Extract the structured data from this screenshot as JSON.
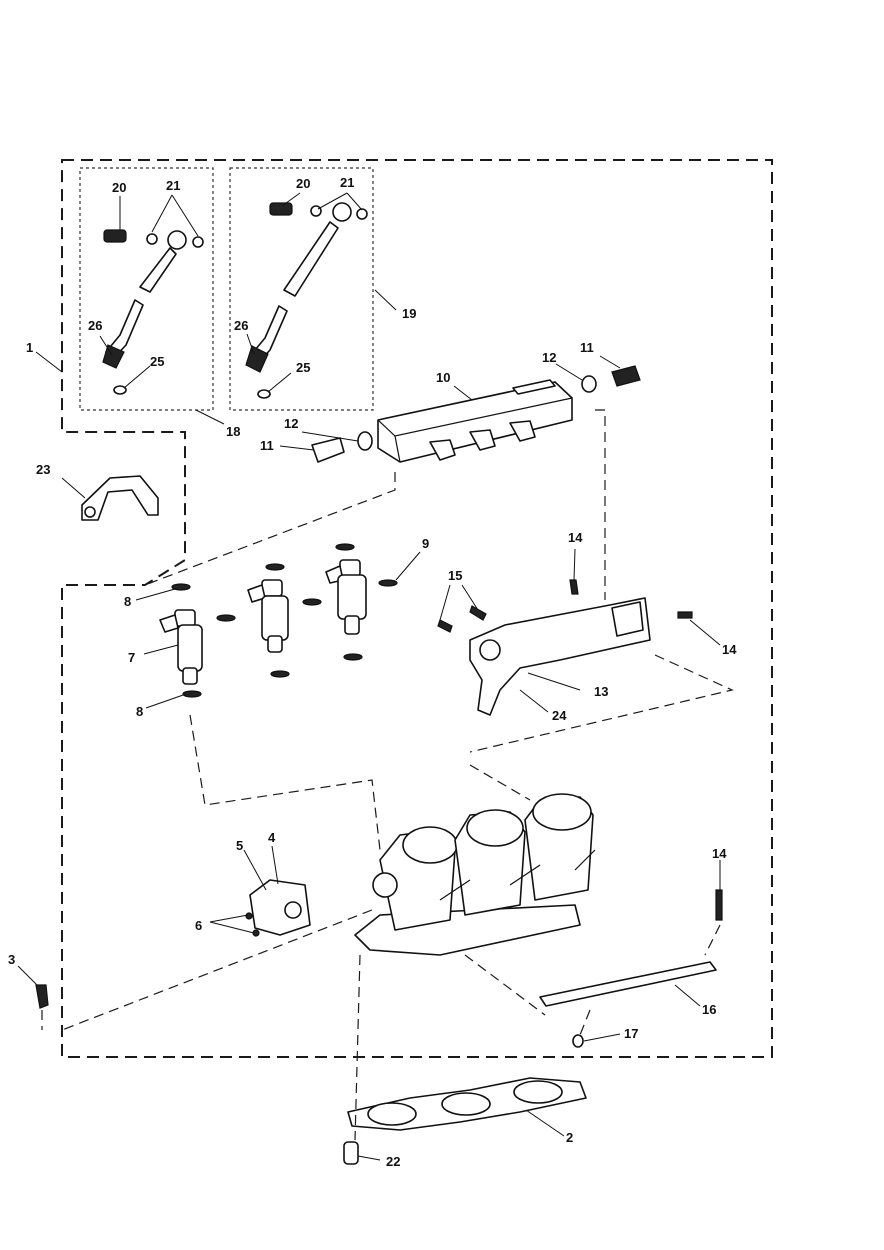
{
  "diagram": {
    "callouts": [
      {
        "id": "c1",
        "text": "1"
      },
      {
        "id": "c2",
        "text": "2"
      },
      {
        "id": "c3",
        "text": "3"
      },
      {
        "id": "c4",
        "text": "4"
      },
      {
        "id": "c5",
        "text": "5"
      },
      {
        "id": "c6",
        "text": "6"
      },
      {
        "id": "c7",
        "text": "7"
      },
      {
        "id": "c8a",
        "text": "8"
      },
      {
        "id": "c8b",
        "text": "8"
      },
      {
        "id": "c9",
        "text": "9"
      },
      {
        "id": "c10",
        "text": "10"
      },
      {
        "id": "c11a",
        "text": "11"
      },
      {
        "id": "c11b",
        "text": "11"
      },
      {
        "id": "c12a",
        "text": "12"
      },
      {
        "id": "c12b",
        "text": "12"
      },
      {
        "id": "c13",
        "text": "13"
      },
      {
        "id": "c14a",
        "text": "14"
      },
      {
        "id": "c14b",
        "text": "14"
      },
      {
        "id": "c14c",
        "text": "14"
      },
      {
        "id": "c15",
        "text": "15"
      },
      {
        "id": "c16",
        "text": "16"
      },
      {
        "id": "c17",
        "text": "17"
      },
      {
        "id": "c18",
        "text": "18"
      },
      {
        "id": "c19",
        "text": "19"
      },
      {
        "id": "c20a",
        "text": "20"
      },
      {
        "id": "c20b",
        "text": "20"
      },
      {
        "id": "c21a",
        "text": "21"
      },
      {
        "id": "c21b",
        "text": "21"
      },
      {
        "id": "c22",
        "text": "22"
      },
      {
        "id": "c23",
        "text": "23"
      },
      {
        "id": "c24",
        "text": "24"
      },
      {
        "id": "c25a",
        "text": "25"
      },
      {
        "id": "c25b",
        "text": "25"
      },
      {
        "id": "c26a",
        "text": "26"
      },
      {
        "id": "c26b",
        "text": "26"
      }
    ]
  }
}
